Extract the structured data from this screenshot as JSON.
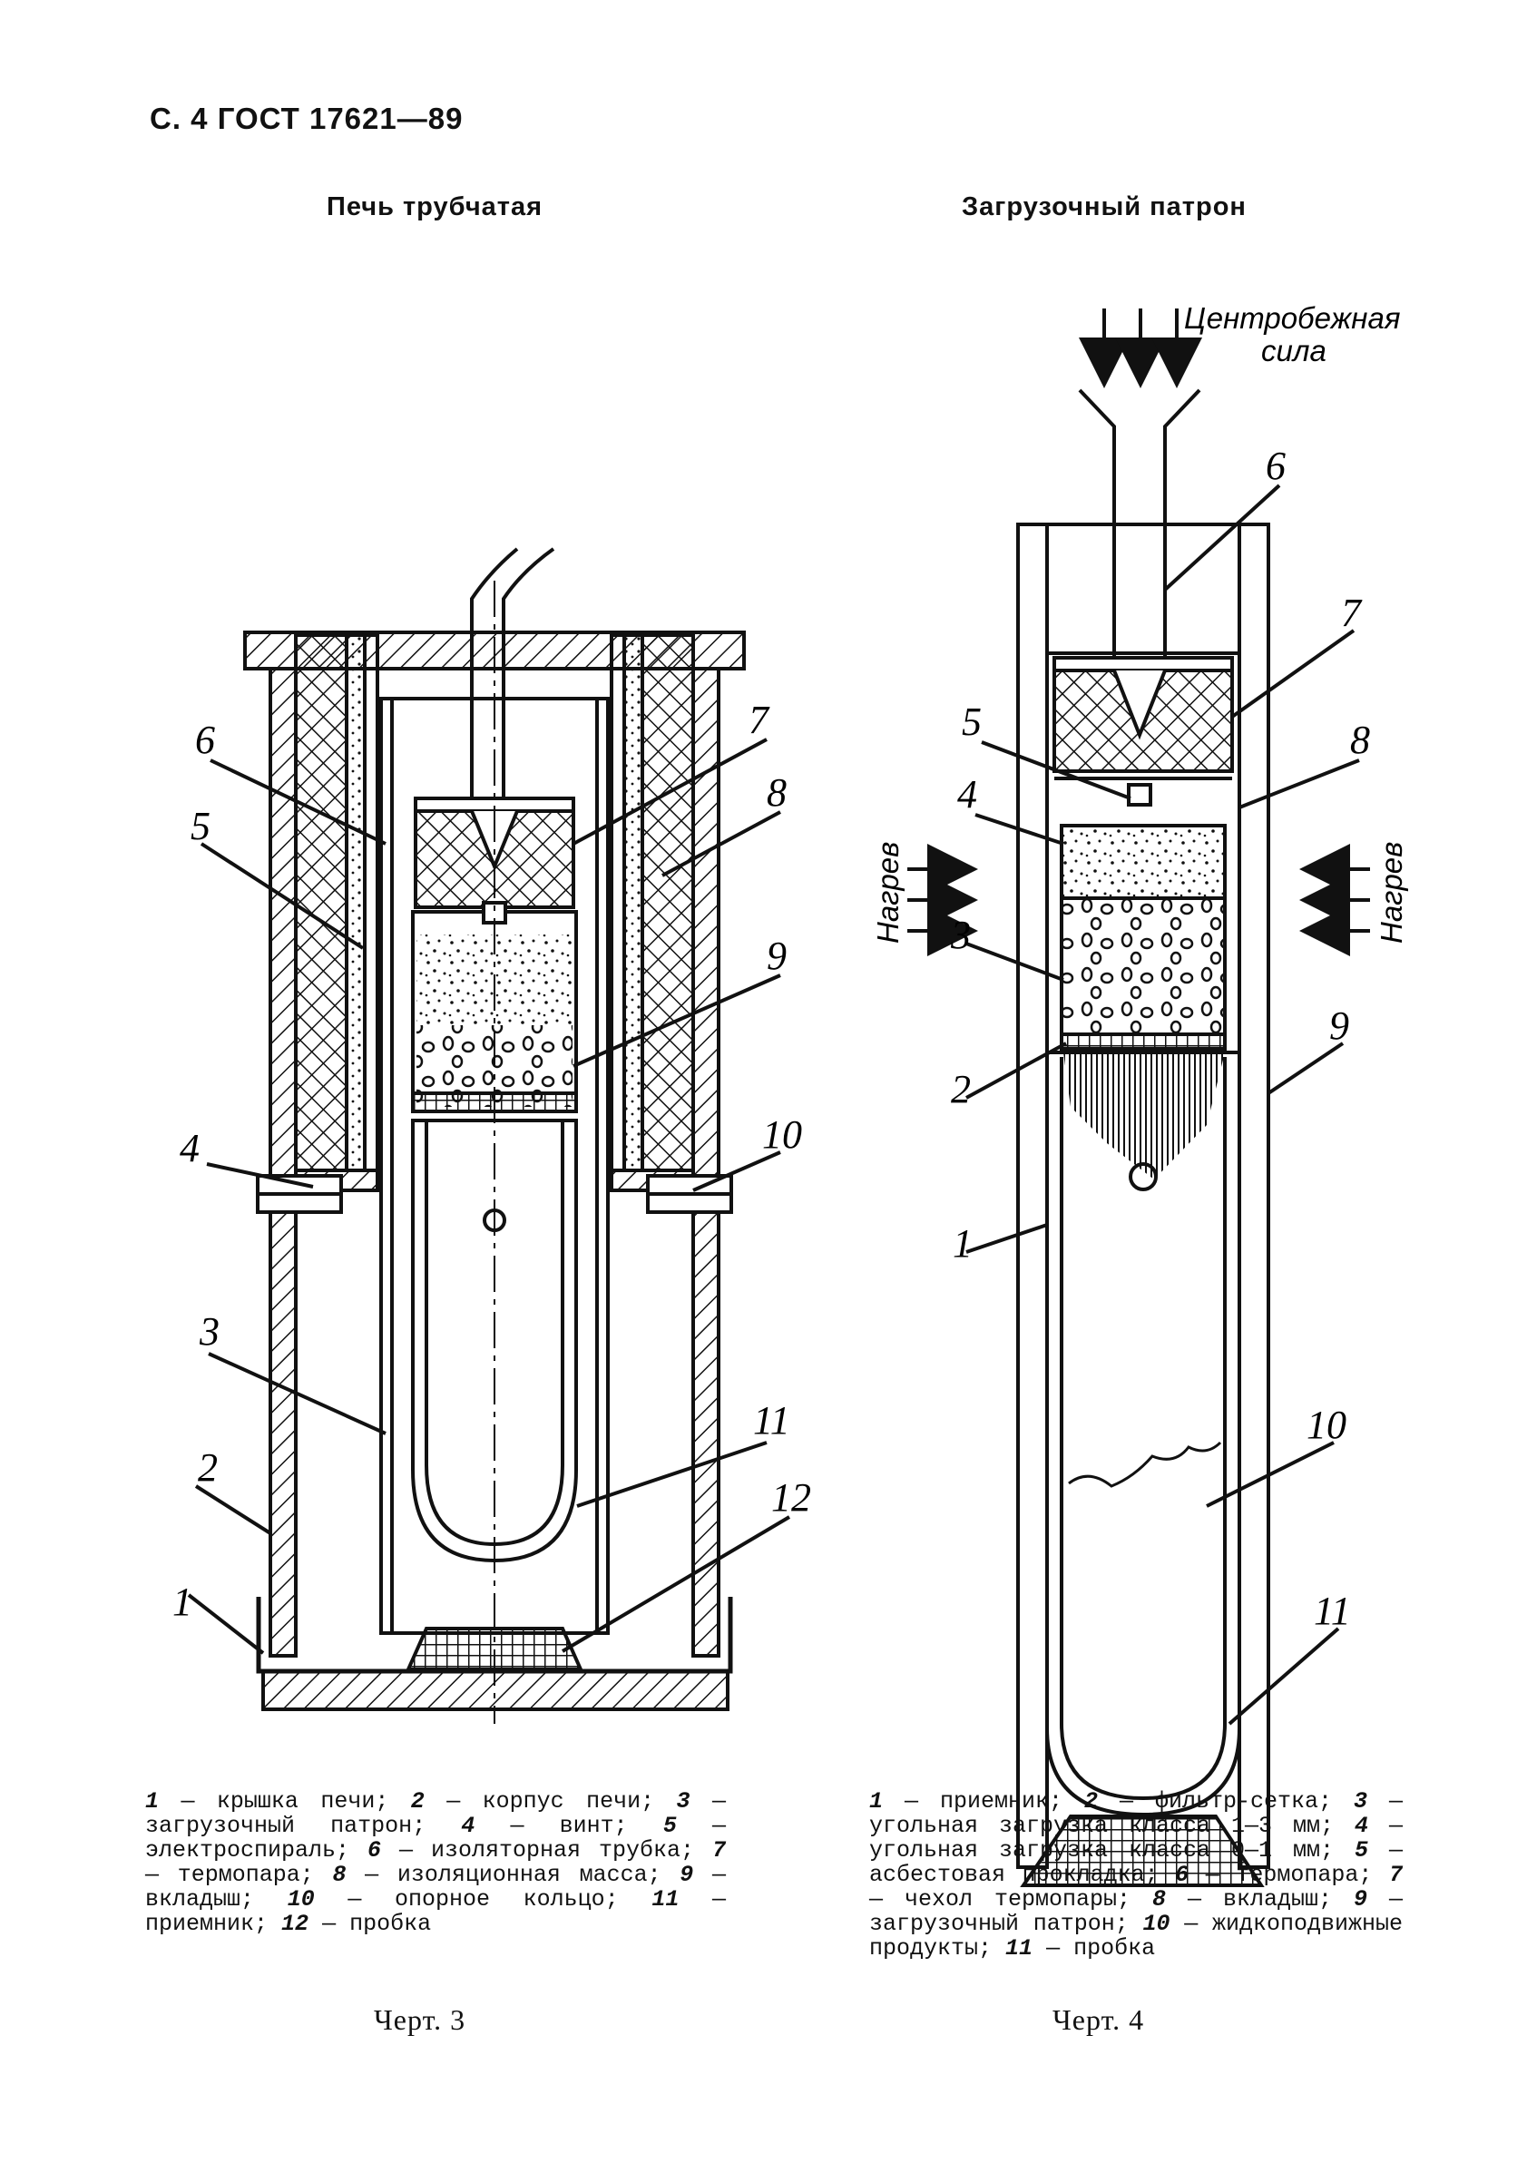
{
  "header": "С. 4 ГОСТ 17621—89",
  "figures": [
    {
      "title": "Печь трубчатая",
      "callouts": [
        "1",
        "2",
        "3",
        "4",
        "5",
        "6",
        "7",
        "8",
        "9",
        "10",
        "11",
        "12"
      ],
      "legend": [
        {
          "n": "1",
          "text": "крышка печи"
        },
        {
          "n": "2",
          "text": "корпус печи"
        },
        {
          "n": "3",
          "text": "загрузочный патрон"
        },
        {
          "n": "4",
          "text": "винт"
        },
        {
          "n": "5",
          "text": "электроспираль"
        },
        {
          "n": "6",
          "text": "изоляторная трубка"
        },
        {
          "n": "7",
          "text": "термопара"
        },
        {
          "n": "8",
          "text": "изоляционная масса"
        },
        {
          "n": "9",
          "text": "вкладыш"
        },
        {
          "n": "10",
          "text": "опорное кольцо"
        },
        {
          "n": "11",
          "text": "приемник"
        },
        {
          "n": "12",
          "text": "пробка"
        }
      ],
      "caption": "Черт. 3"
    },
    {
      "title": "Загрузочный патрон",
      "annotations": {
        "force": [
          "Центробежная",
          "сила"
        ],
        "heat": "Нагрев"
      },
      "callouts": [
        "1",
        "2",
        "3",
        "4",
        "5",
        "6",
        "7",
        "8",
        "9",
        "10",
        "11"
      ],
      "legend": [
        {
          "n": "1",
          "text": "приемник"
        },
        {
          "n": "2",
          "text": "фильтр-сетка"
        },
        {
          "n": "3",
          "text": "угольная загрузка класса 1—3 мм"
        },
        {
          "n": "4",
          "text": "угольная загрузка класса 0—1 мм"
        },
        {
          "n": "5",
          "text": "асбестовая прокладка"
        },
        {
          "n": "6",
          "text": "термопара"
        },
        {
          "n": "7",
          "text": "чехол термопары"
        },
        {
          "n": "8",
          "text": "вкладыш"
        },
        {
          "n": "9",
          "text": "загрузочный патрон"
        },
        {
          "n": "10",
          "text": "жидкоподвижные продукты"
        },
        {
          "n": "11",
          "text": "пробка"
        }
      ],
      "caption": "Черт. 4"
    }
  ]
}
